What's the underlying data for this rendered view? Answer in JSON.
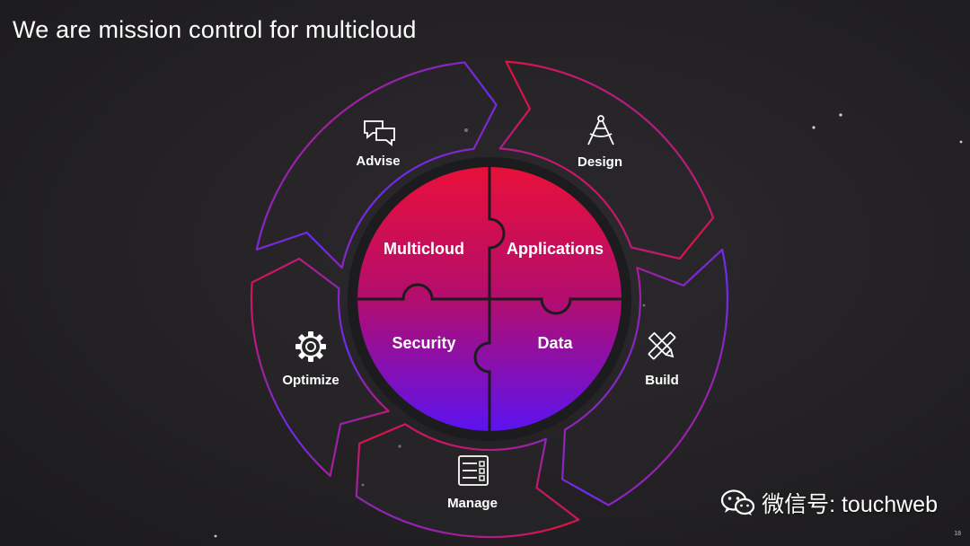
{
  "title": "We are mission control for multicloud",
  "page_number": "18",
  "watermark": {
    "text": "微信号: touchweb",
    "icon": "wechat-icon"
  },
  "outer_ring": [
    {
      "label": "Advise",
      "icon": "chat-bubbles-icon"
    },
    {
      "label": "Design",
      "icon": "compass-icon"
    },
    {
      "label": "Build",
      "icon": "pencil-ruler-icon"
    },
    {
      "label": "Manage",
      "icon": "checklist-icon"
    },
    {
      "label": "Optimize",
      "icon": "gear-icon"
    }
  ],
  "puzzle_pieces": [
    {
      "label": "Multicloud"
    },
    {
      "label": "Applications"
    },
    {
      "label": "Security"
    },
    {
      "label": "Data"
    }
  ],
  "colors": {
    "gradient_top": "#e8103a",
    "gradient_mid": "#b30d6e",
    "gradient_bottom": "#5c13f0",
    "ring_stroke_red": "#e0123f",
    "ring_stroke_purple": "#6a2cf2",
    "background": "#242224"
  }
}
